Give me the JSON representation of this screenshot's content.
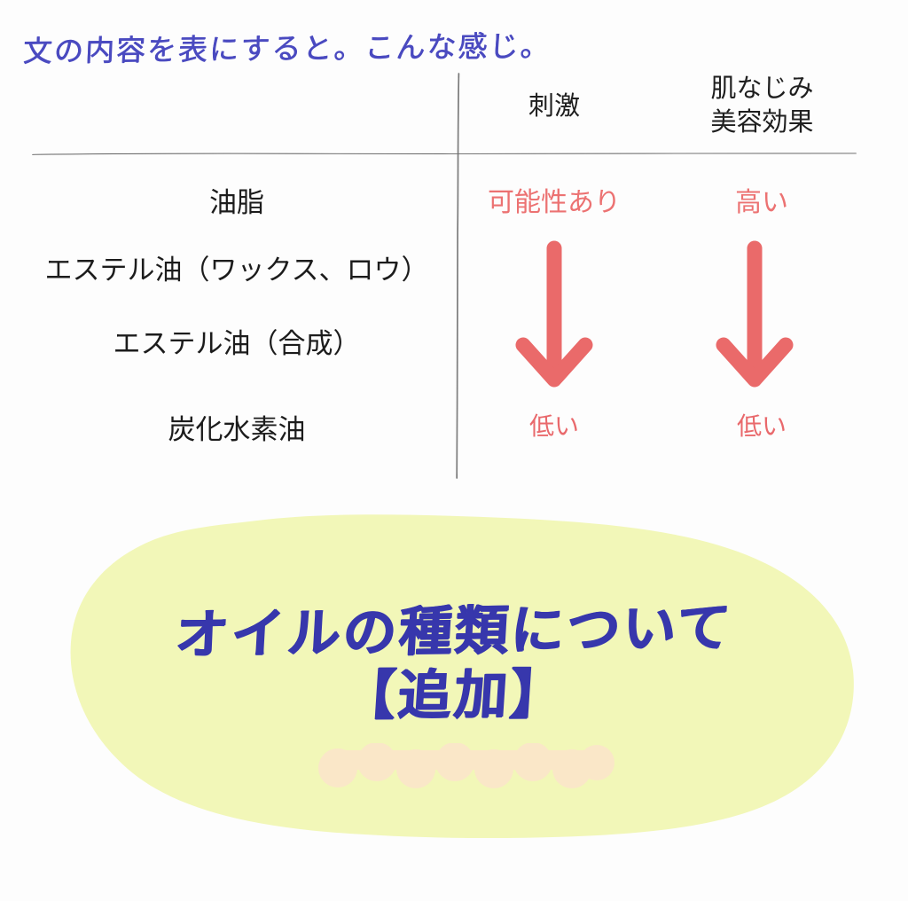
{
  "page": {
    "background_color": "#fdfdfd",
    "caption": "文の内容を表にすると。こんな感じ。",
    "caption_color": "#4a4ac0"
  },
  "table": {
    "row_header_label": "",
    "columns": [
      {
        "id": "stimulus",
        "label_line1": "刺激",
        "label_line2": ""
      },
      {
        "id": "affinity",
        "label_line1": "肌なじみ",
        "label_line2": "美容効果"
      }
    ],
    "rows": [
      {
        "label": "油脂"
      },
      {
        "label": "エステル油（ワックス、ロウ）"
      },
      {
        "label": "エステル油（合成）"
      },
      {
        "label": "炭化水素油"
      }
    ],
    "scales": [
      {
        "column": "stimulus",
        "top_label": "可能性あり",
        "bottom_label": "低い",
        "arrow": "down-arrow",
        "color": "#ea6a6a"
      },
      {
        "column": "affinity",
        "top_label": "高い",
        "bottom_label": "低い",
        "arrow": "down-arrow",
        "color": "#ea6a6a"
      }
    ],
    "rule_color": "#555555"
  },
  "banner": {
    "title_line1": "オイルの種類について",
    "title_line2": "【追加】",
    "title_color": "#3737ac",
    "blob_color": "#f2f7b8",
    "underline_color": "#fae7c8"
  }
}
